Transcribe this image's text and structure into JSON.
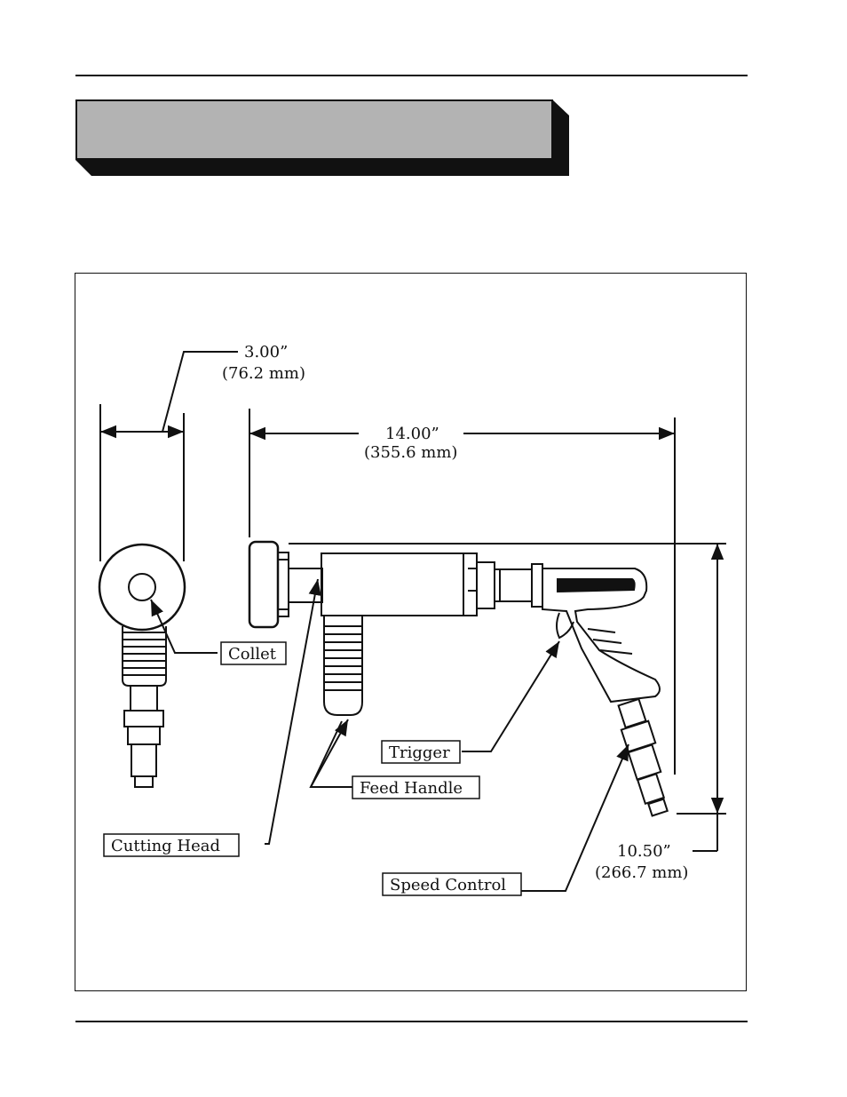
{
  "figure": {
    "dimensions": {
      "width_in": "3.00”",
      "width_mm": "(76.2 mm)",
      "length_in": "14.00”",
      "length_mm": "(355.6 mm)",
      "height_in": "10.50”",
      "height_mm": "(266.7 mm)"
    },
    "labels": {
      "collet": "Collet",
      "trigger": "Trigger",
      "feed_handle": "Feed Handle",
      "cutting_head": "Cutting Head",
      "speed_control": "Speed Control"
    }
  },
  "colors": {
    "banner_fill": "#b3b3b3",
    "banner_shadow": "#111111",
    "ink": "#111111"
  }
}
